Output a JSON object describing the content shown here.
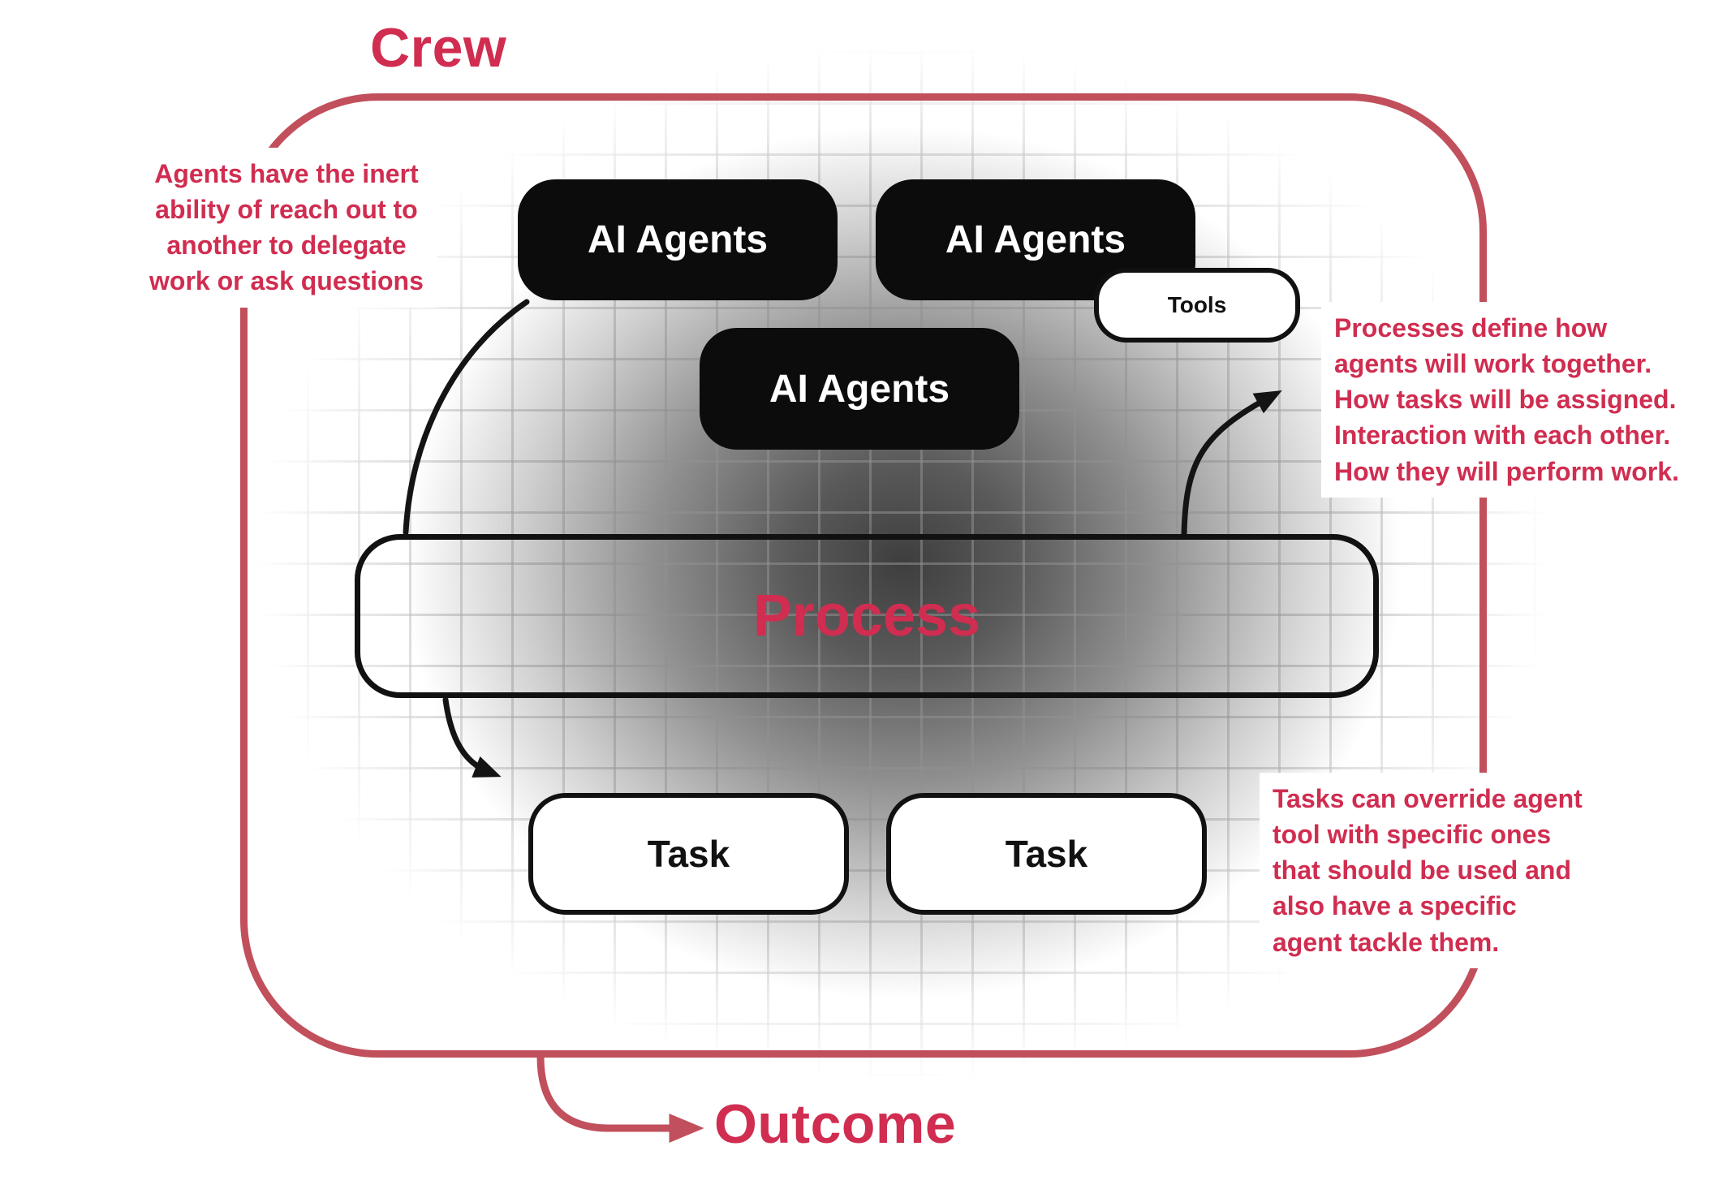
{
  "colors": {
    "accent": "#d02d50",
    "frame": "#c1505c",
    "node": "#0c0c0c"
  },
  "labels": {
    "crew": "Crew",
    "outcome": "Outcome",
    "process": "Process",
    "tools": "Tools",
    "agent1": "AI Agents",
    "agent2": "AI Agents",
    "agent3": "AI Agents",
    "task1": "Task",
    "task2": "Task"
  },
  "annotations": {
    "left": "Agents have the inert\nability of reach out to\nanother to delegate\nwork or ask questions",
    "right_top": "Processes define how\nagents will work together.\nHow tasks will be assigned.\nInteraction with each other.\nHow they will perform work.",
    "right_bottom": "Tasks can override agent\ntool with specific ones\nthat should be used and\nalso have a specific\nagent tackle them."
  }
}
